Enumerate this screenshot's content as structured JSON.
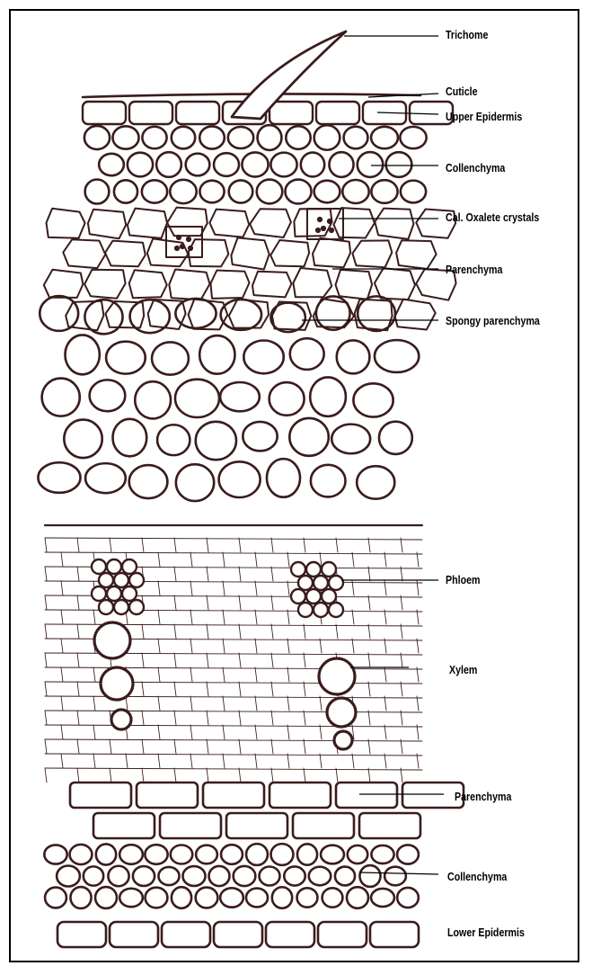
{
  "labels": {
    "trichome": "Trichome",
    "cuticle": "Cuticle",
    "upper_epidermis": "Upper Epidermis",
    "collenchyma_upper": "Collenchyma",
    "crystals": "Cal. Oxalete crystals",
    "parenchyma_upper": "Parenchyma",
    "spongy": "Spongy parenchyma",
    "phloem": "Phloem",
    "xylem": "Xylem",
    "parenchyma_lower": "Parenchyma",
    "collenchyma_lower": "Collenchyma",
    "lower_epidermis": "Lower Epidermis"
  },
  "colors": {
    "ink": "#3a1c1c",
    "line": "#000000",
    "background": "#ffffff"
  }
}
